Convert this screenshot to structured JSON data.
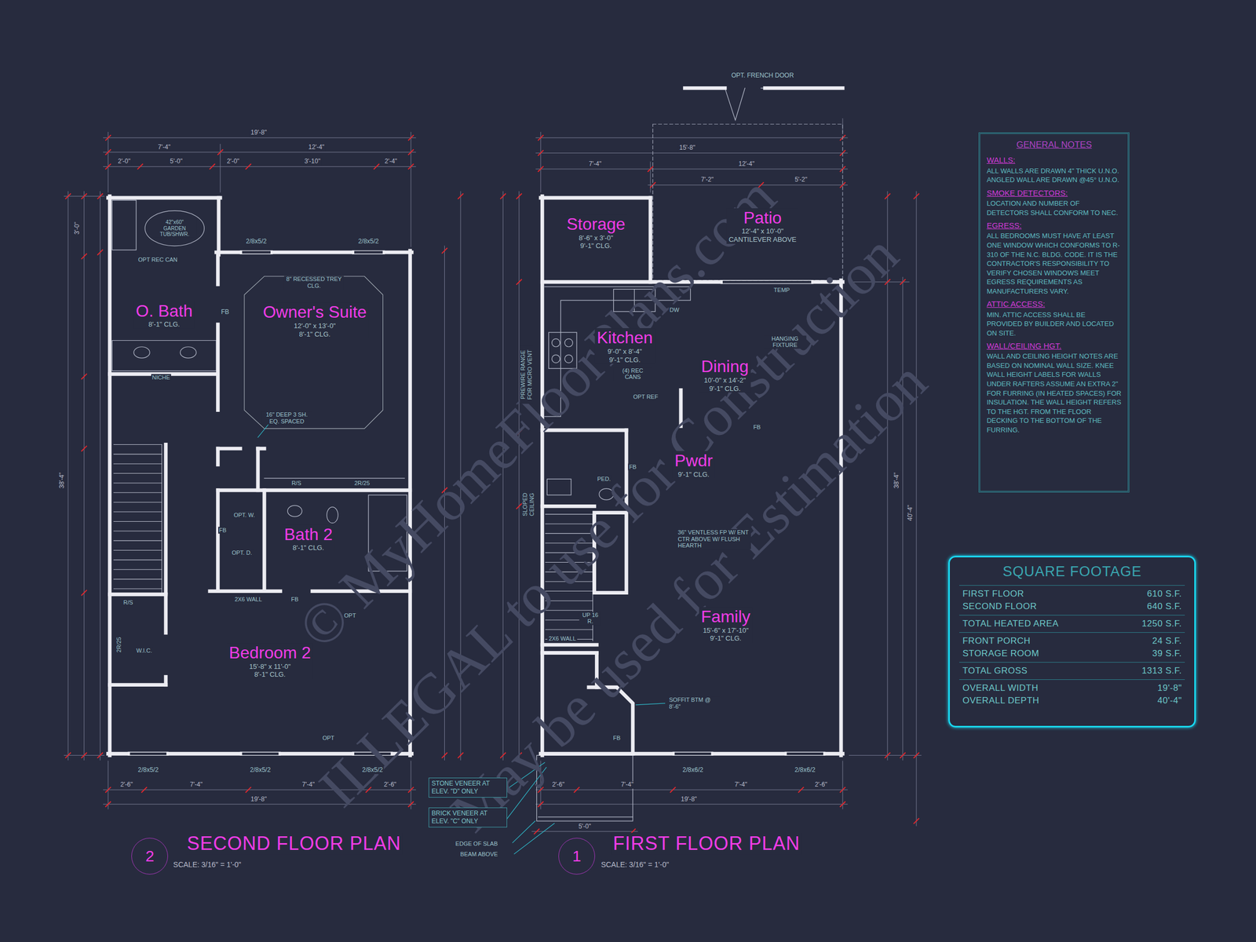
{
  "diagram": {
    "nodes": [
      {
        "text": [
          "O. Bath",
          "8'-1\" CLG."
        ]
      },
      {
        "text": [
          "Owner's Suite",
          "12'-0\" x 13'-0\"",
          "8'-1\" CLG."
        ]
      },
      {
        "text": [
          "Bath 2",
          "8'-1\" CLG."
        ]
      },
      {
        "text": [
          "Bedroom 2",
          "15'-8\" x 11'-0\"",
          "8'-1\" CLG."
        ]
      },
      {
        "text": [
          "Storage",
          "8'-6\" x 3'-0\"",
          "9'-1\" CLG."
        ]
      },
      {
        "text": [
          "Patio",
          "12'-4\" x 10'-0\"",
          "CANTILEVER ABOVE"
        ]
      },
      {
        "text": [
          "Kitchen",
          "9'-0\" x 8'-4\"",
          "9'-1\" CLG."
        ]
      },
      {
        "text": [
          "Dining",
          "10'-0\" x 14'-2\"",
          "9'-1\" CLG."
        ]
      },
      {
        "text": [
          "Pwdr",
          "9'-1\" CLG."
        ]
      },
      {
        "text": [
          "Family",
          "15'-6\" x 17'-10\"",
          "9'-1\" CLG."
        ]
      },
      {
        "text": [
          "GENERAL NOTES",
          "WALLS:",
          "ALL WALLS ARE DRAWN 4\" THICK U.N.O. ANGLED WALL ARE DRAWN @45° U.N.O.",
          "SMOKE DETECTORS:",
          "LOCATION AND NUMBER OF DETECTORS SHALL CONFORM TO NEC.",
          "EGRESS:",
          "ALL BEDROOMS MUST HAVE AT LEAST ONE WINDOW WHICH CONFORMS TO R-310 OF THE N.C. BLDG. CODE. IT IS THE CONTRACTOR'S RESPONSIBILITY TO VERIFY CHOSEN WINDOWS MEET EGRESS REQUIREMENTS AS MANUFACTURERS VARY.",
          "ATTIC ACCESS:",
          "MIN. ATTIC ACCESS SHALL BE PROVIDED BY BUILDER AND LOCATED ON SITE.",
          "WALL/CEILING HGT.",
          "WALL AND CEILING HEIGHT NOTES ARE BASED ON NOMINAL WALL SIZE. KNEE WALL HEIGHT LABELS FOR WALLS UNDER RAFTERS ASSUME AN EXTRA 2\" FOR FURRING (IN HEATED SPACES) FOR INSULATION. THE WALL HEIGHT REFERS TO THE HGT. FROM THE FLOOR DECKING TO THE BOTTOM OF THE FURRING."
        ]
      },
      {
        "text": [
          "SQUARE FOOTAGE",
          "FIRST FLOOR",
          "610 S.F.",
          "SECOND FLOOR",
          "640 S.F.",
          "TOTAL HEATED AREA",
          "1250 S.F.",
          "FRONT PORCH",
          "24 S.F.",
          "STORAGE ROOM",
          "39 S.F.",
          "TOTAL GROSS",
          "1313 S.F.",
          "OVERALL WIDTH",
          "19'-8\"",
          "OVERALL DEPTH",
          "40'-4\""
        ]
      },
      {
        "text": [
          "STONE VENEER AT ELEV. \"D\" ONLY"
        ]
      },
      {
        "text": [
          "BRICK VENEER AT ELEV. \"C\" ONLY"
        ]
      },
      {
        "text": [
          "2"
        ]
      },
      {
        "text": [
          "1"
        ]
      }
    ],
    "labels": [
      "SECOND FLOOR PLAN",
      "SCALE: 3/16\" = 1'-0\"",
      "FIRST FLOOR PLAN",
      "SCALE: 3/16\" = 1'-0\"",
      "42\"x60\" GARDEN TUB/SHWR.",
      "OPT REC CAN",
      "8\" RECESSED TREY CLG.",
      "16\" DEEP 3 SH. EQ. SPACED",
      "NICHE",
      "FB",
      "2/8x5/2",
      "2/8x5/2",
      "R/S",
      "2R/25",
      "OPT. W.",
      "OPT. D.",
      "FB",
      "2X6 WALL",
      "FB",
      "OPT",
      "R/S",
      "2R/25",
      "W.I.C.",
      "OPT",
      "2/8x5/2",
      "2/8x5/2",
      "2/8x5/2",
      "OPT. FRENCH DOOR",
      "DW",
      "PREWIRE RANGE FOR MICRO VENT",
      "(4) REC CANS",
      "OPT REF",
      "TEMP",
      "HANGING FIXTURE",
      "FB",
      "FB",
      "PED.",
      "SLOPED CEILING",
      "36\" VENTLESS FP W/ ENT CTR ABOVE W/ FLUSH HEARTH",
      "UP 16 R.",
      "2X6 WALL",
      "SOFFIT BTM @ 8'-6\"",
      "FB",
      "2/8x6/2",
      "2/8x6/2",
      "EDGE OF SLAB",
      "BEAM ABOVE",
      "19'-8\"",
      "7'-4\"",
      "12'-4\"",
      "2'-0\"",
      "5'-0\"",
      "2'-0\"",
      "3'-10\"",
      "2'-4\"",
      "2'-6\"",
      "7'-4\"",
      "7'-4\"",
      "2'-6\"",
      "19'-8\"",
      "38'-4\"",
      "3'-0\"",
      "15'-8\"",
      "7'-4\"",
      "12'-4\"",
      "7'-2\"",
      "5'-2\"",
      "2'-6\"",
      "7'-4\"",
      "7'-4\"",
      "2'-6\"",
      "19'-8\"",
      "5'-0\"",
      "38'-4\"",
      "40'-4\"",
      "© MyHomeFloorPlans.com",
      "ILLEGAL to use for Construction",
      "May be used for Estimation"
    ]
  }
}
